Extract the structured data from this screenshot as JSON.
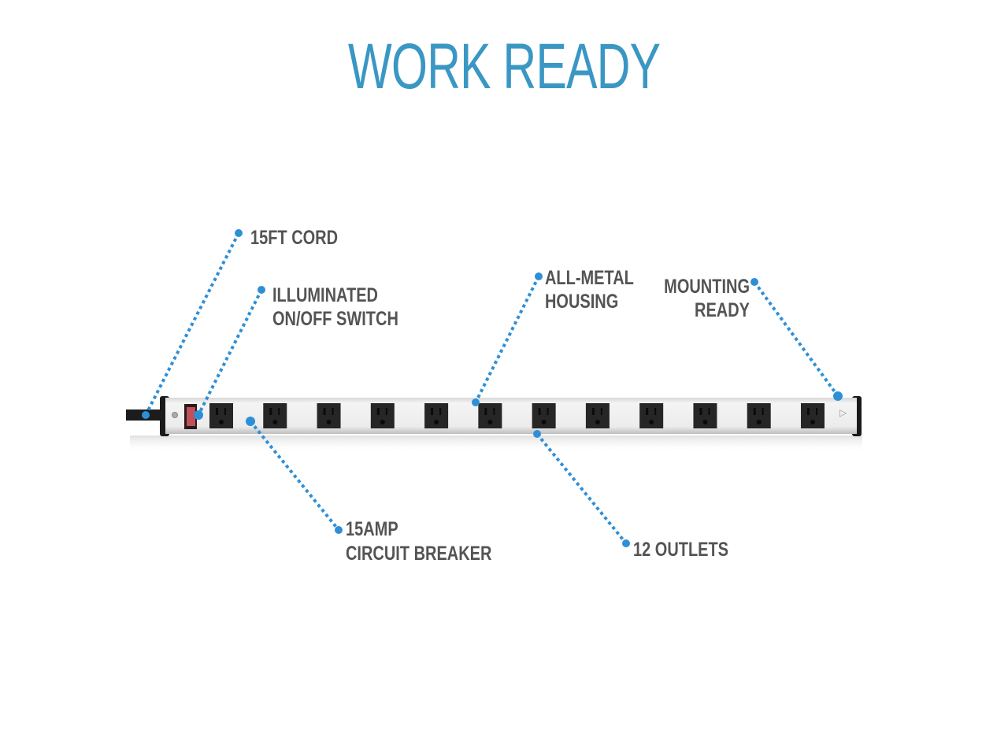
{
  "title": "WORK READY",
  "callouts": {
    "cord": "15FT CORD",
    "switch_1": "ILLUMINATED",
    "switch_2": "ON/OFF SWITCH",
    "housing_1": "ALL-METAL",
    "housing_2": "HOUSING",
    "mounting_1": "MOUNTING",
    "mounting_2": "READY",
    "breaker_1": "15AMP",
    "breaker_2": "CIRCUIT BREAKER",
    "outlets": "12 OUTLETS"
  },
  "product": {
    "outlet_count": 12
  },
  "colors": {
    "accent": "#3a97c4",
    "callout": "#2f8fd6",
    "text": "#545454"
  }
}
